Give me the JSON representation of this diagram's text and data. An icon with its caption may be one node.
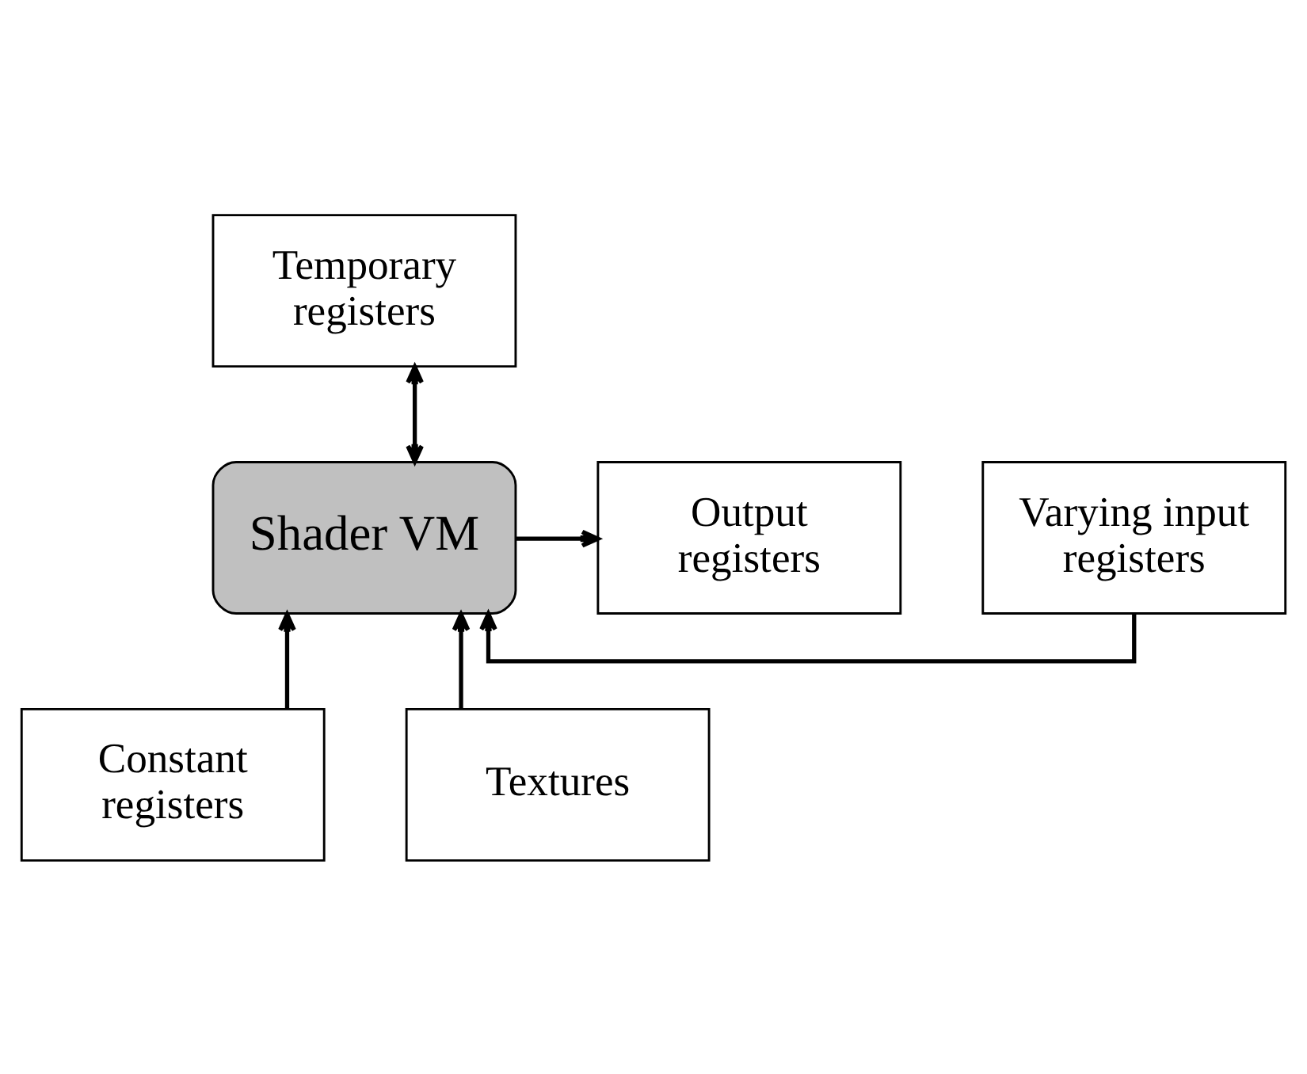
{
  "diagram": {
    "nodes": [
      {
        "text": [
          "Temporary registers"
        ]
      },
      {
        "text": [
          "Varying input registers"
        ]
      },
      {
        "text": [
          "Shader VM"
        ]
      },
      {
        "text": [
          "Output registers"
        ]
      },
      {
        "text": [
          "Constant registers"
        ]
      },
      {
        "text": [
          "Textures"
        ]
      }
    ],
    "edges": [
      {
        "from": 0,
        "to": 2,
        "arrow": "both"
      },
      {
        "from": 1,
        "to": 2,
        "arrow": "to"
      },
      {
        "from": 2,
        "to": 3,
        "arrow": "to"
      },
      {
        "from": 4,
        "to": 2,
        "arrow": "to"
      },
      {
        "from": 5,
        "to": 2,
        "arrow": "to"
      }
    ]
  }
}
